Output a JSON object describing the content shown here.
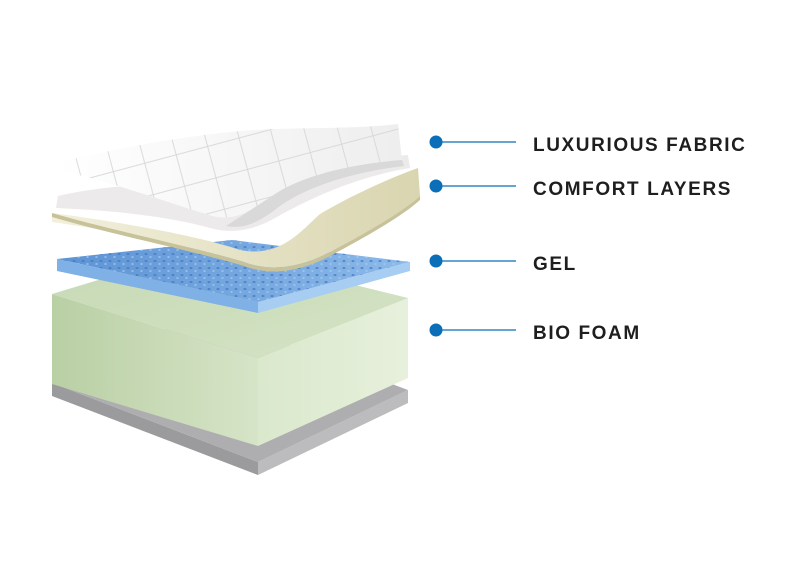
{
  "diagram": {
    "accent_color": "#0a6fb8",
    "line_color": "#0a6fb8",
    "layers": [
      {
        "id": "fabric",
        "label": "LUXURIOUS FABRIC",
        "color": "#f4f4f4"
      },
      {
        "id": "comfort",
        "label": "COMFORT LAYERS",
        "color": "#e7e4c9"
      },
      {
        "id": "gel",
        "label": "GEL",
        "color": "#6fa3de"
      },
      {
        "id": "foam",
        "label": "BIO FOAM",
        "color": "#c9dcb8"
      }
    ],
    "base_color": "#a9a9ab"
  }
}
